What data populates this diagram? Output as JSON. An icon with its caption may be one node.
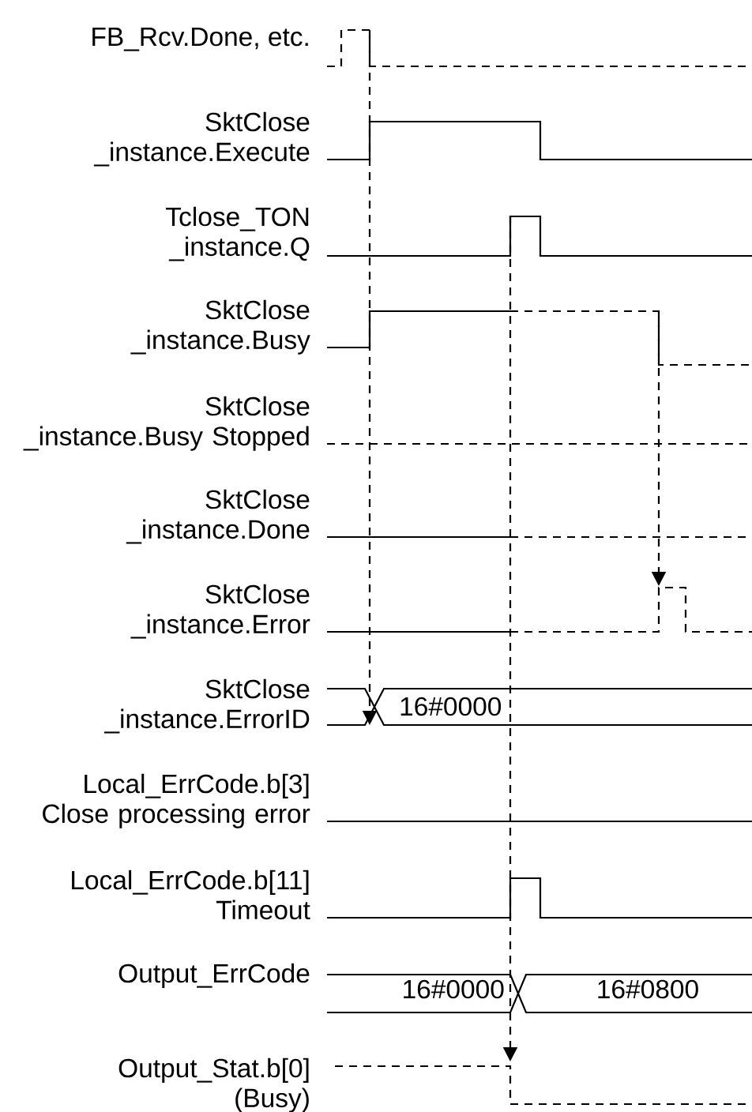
{
  "diagram": {
    "labels": [
      "FB_Rcv.Done, etc.",
      "SktClose _instance.Execute",
      "Tclose_TON _instance.Q",
      "SktClose _instance.Busy",
      "SktClose _instance.Busy Stopped",
      "SktClose _instance.Done",
      "SktClose _instance.Error",
      "SktClose _instance.ErrorID",
      "16#0000",
      "Local_ErrCode.b[3] Close processing error",
      "Local_ErrCode.b[11] Timeout",
      "Output_ErrCode",
      "16#0000",
      "16#0800",
      "Output_Stat.b[0] (Busy)"
    ]
  }
}
